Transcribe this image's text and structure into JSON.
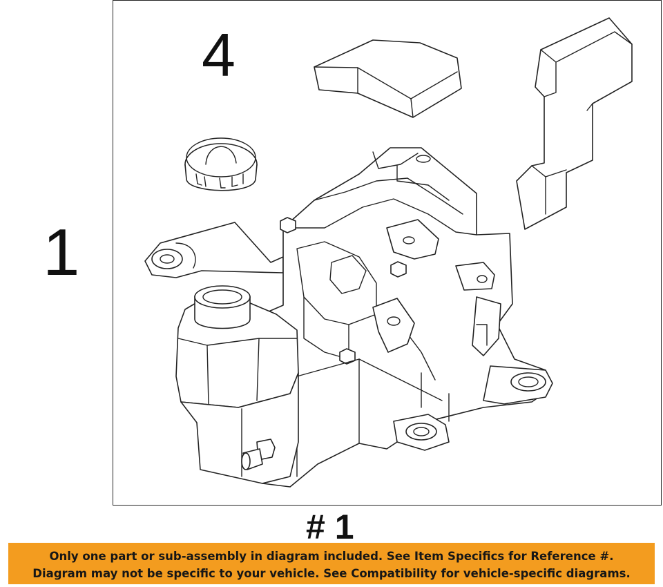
{
  "diagram": {
    "callouts": {
      "part_4": "4",
      "part_1": "1"
    },
    "part_reference": "# 1"
  },
  "notice": {
    "line1": "Only one part or sub-assembly in diagram included. See Item Specifics for Reference #.",
    "line2": "Diagram may not be specific to your vehicle. See Compatibility for vehicle-specific diagrams.",
    "background_color": "#f39c1f"
  }
}
